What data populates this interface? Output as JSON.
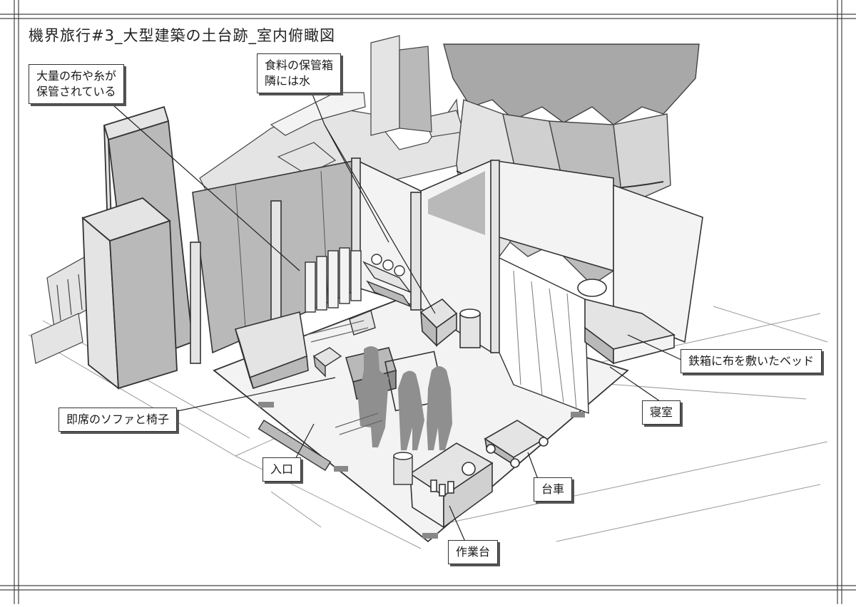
{
  "title": "機界旅行#3_大型建築の土台跡_室内俯瞰図",
  "labels": {
    "cloth_thread": [
      "大量の布や糸が",
      "保管されている"
    ],
    "food_box": [
      "食料の保管箱",
      "隣には水"
    ],
    "bed": "鉄箱に布を敷いたベッド",
    "bedroom": "寝室",
    "sofa_chair": "即席のソファと椅子",
    "entrance": "入口",
    "cart": "台車",
    "workbench": "作業台"
  },
  "colors": {
    "line": "#333333",
    "fill_light": "#e4e4e4",
    "fill_mid": "#b9b9b9",
    "fill_dark": "#8e8e8e",
    "silhouette": "#8f8f8f",
    "paper": "#ffffff"
  }
}
